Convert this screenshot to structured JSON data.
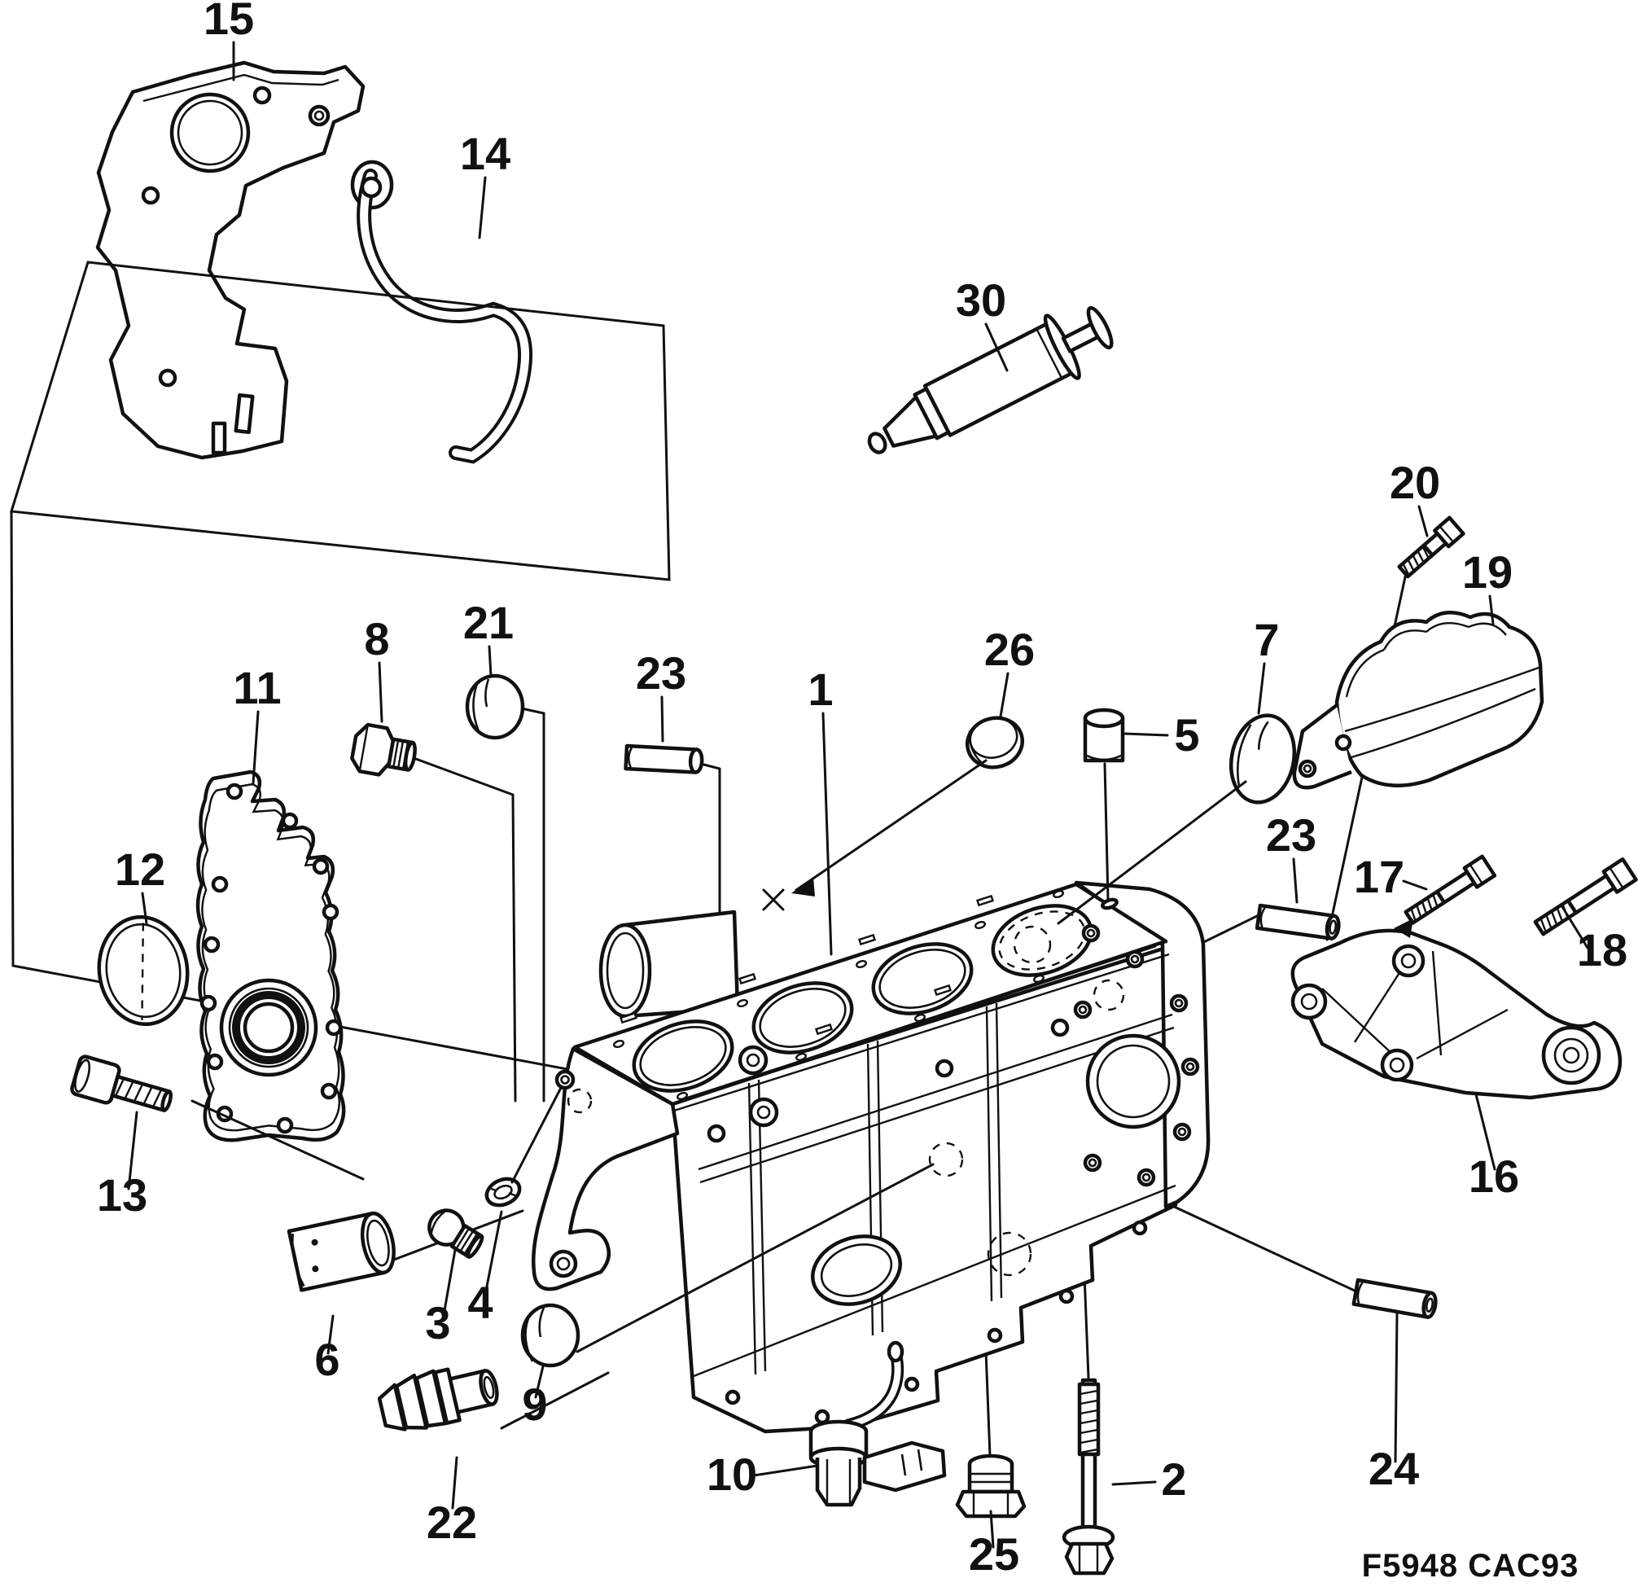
{
  "code": "F5948 CAC93",
  "callouts": {
    "c1": "1",
    "c2": "2",
    "c3": "3",
    "c4": "4",
    "c5": "5",
    "c6": "6",
    "c7": "7",
    "c8": "8",
    "c9": "9",
    "c10": "10",
    "c11": "11",
    "c12": "12",
    "c13": "13",
    "c14": "14",
    "c15": "15",
    "c16": "16",
    "c17": "17",
    "c18": "18",
    "c19": "19",
    "c20": "20",
    "c21": "21",
    "c22": "22",
    "c23a": "23",
    "c23b": "23",
    "c24": "24",
    "c25": "25",
    "c26": "26",
    "c30": "30"
  }
}
